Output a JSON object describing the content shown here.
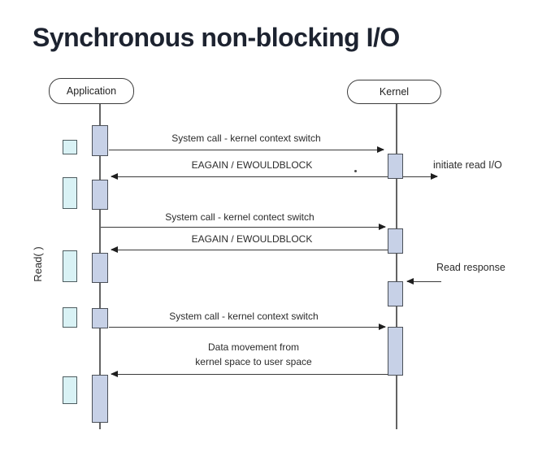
{
  "title": "Synchronous non-blocking I/O",
  "lifelines": {
    "application": "Application",
    "kernel": "Kernel"
  },
  "left_label": "Read( )",
  "messages": {
    "syscall1": "System call - kernel context switch",
    "eagain1": "EAGAIN / EWOULDBLOCK",
    "initiate": "initiate read I/O",
    "syscall2": "System call - kernel contect switch",
    "eagain2": "EAGAIN / EWOULDBLOCK",
    "read_response": "Read response",
    "syscall3": "System call - kernel context switch",
    "data_move_line1": "Data movement from",
    "data_move_line2": "kernel space to user space"
  },
  "colors": {
    "activation_fill": "#c7d1e7",
    "buffer_fill": "#d9f2f5",
    "border": "#4b5058",
    "arrow_line": "#3a3a3a",
    "lifeline": "#636363",
    "label_text": "#2b2b2b",
    "title_text": "#1d2330",
    "background": "#ffffff"
  }
}
